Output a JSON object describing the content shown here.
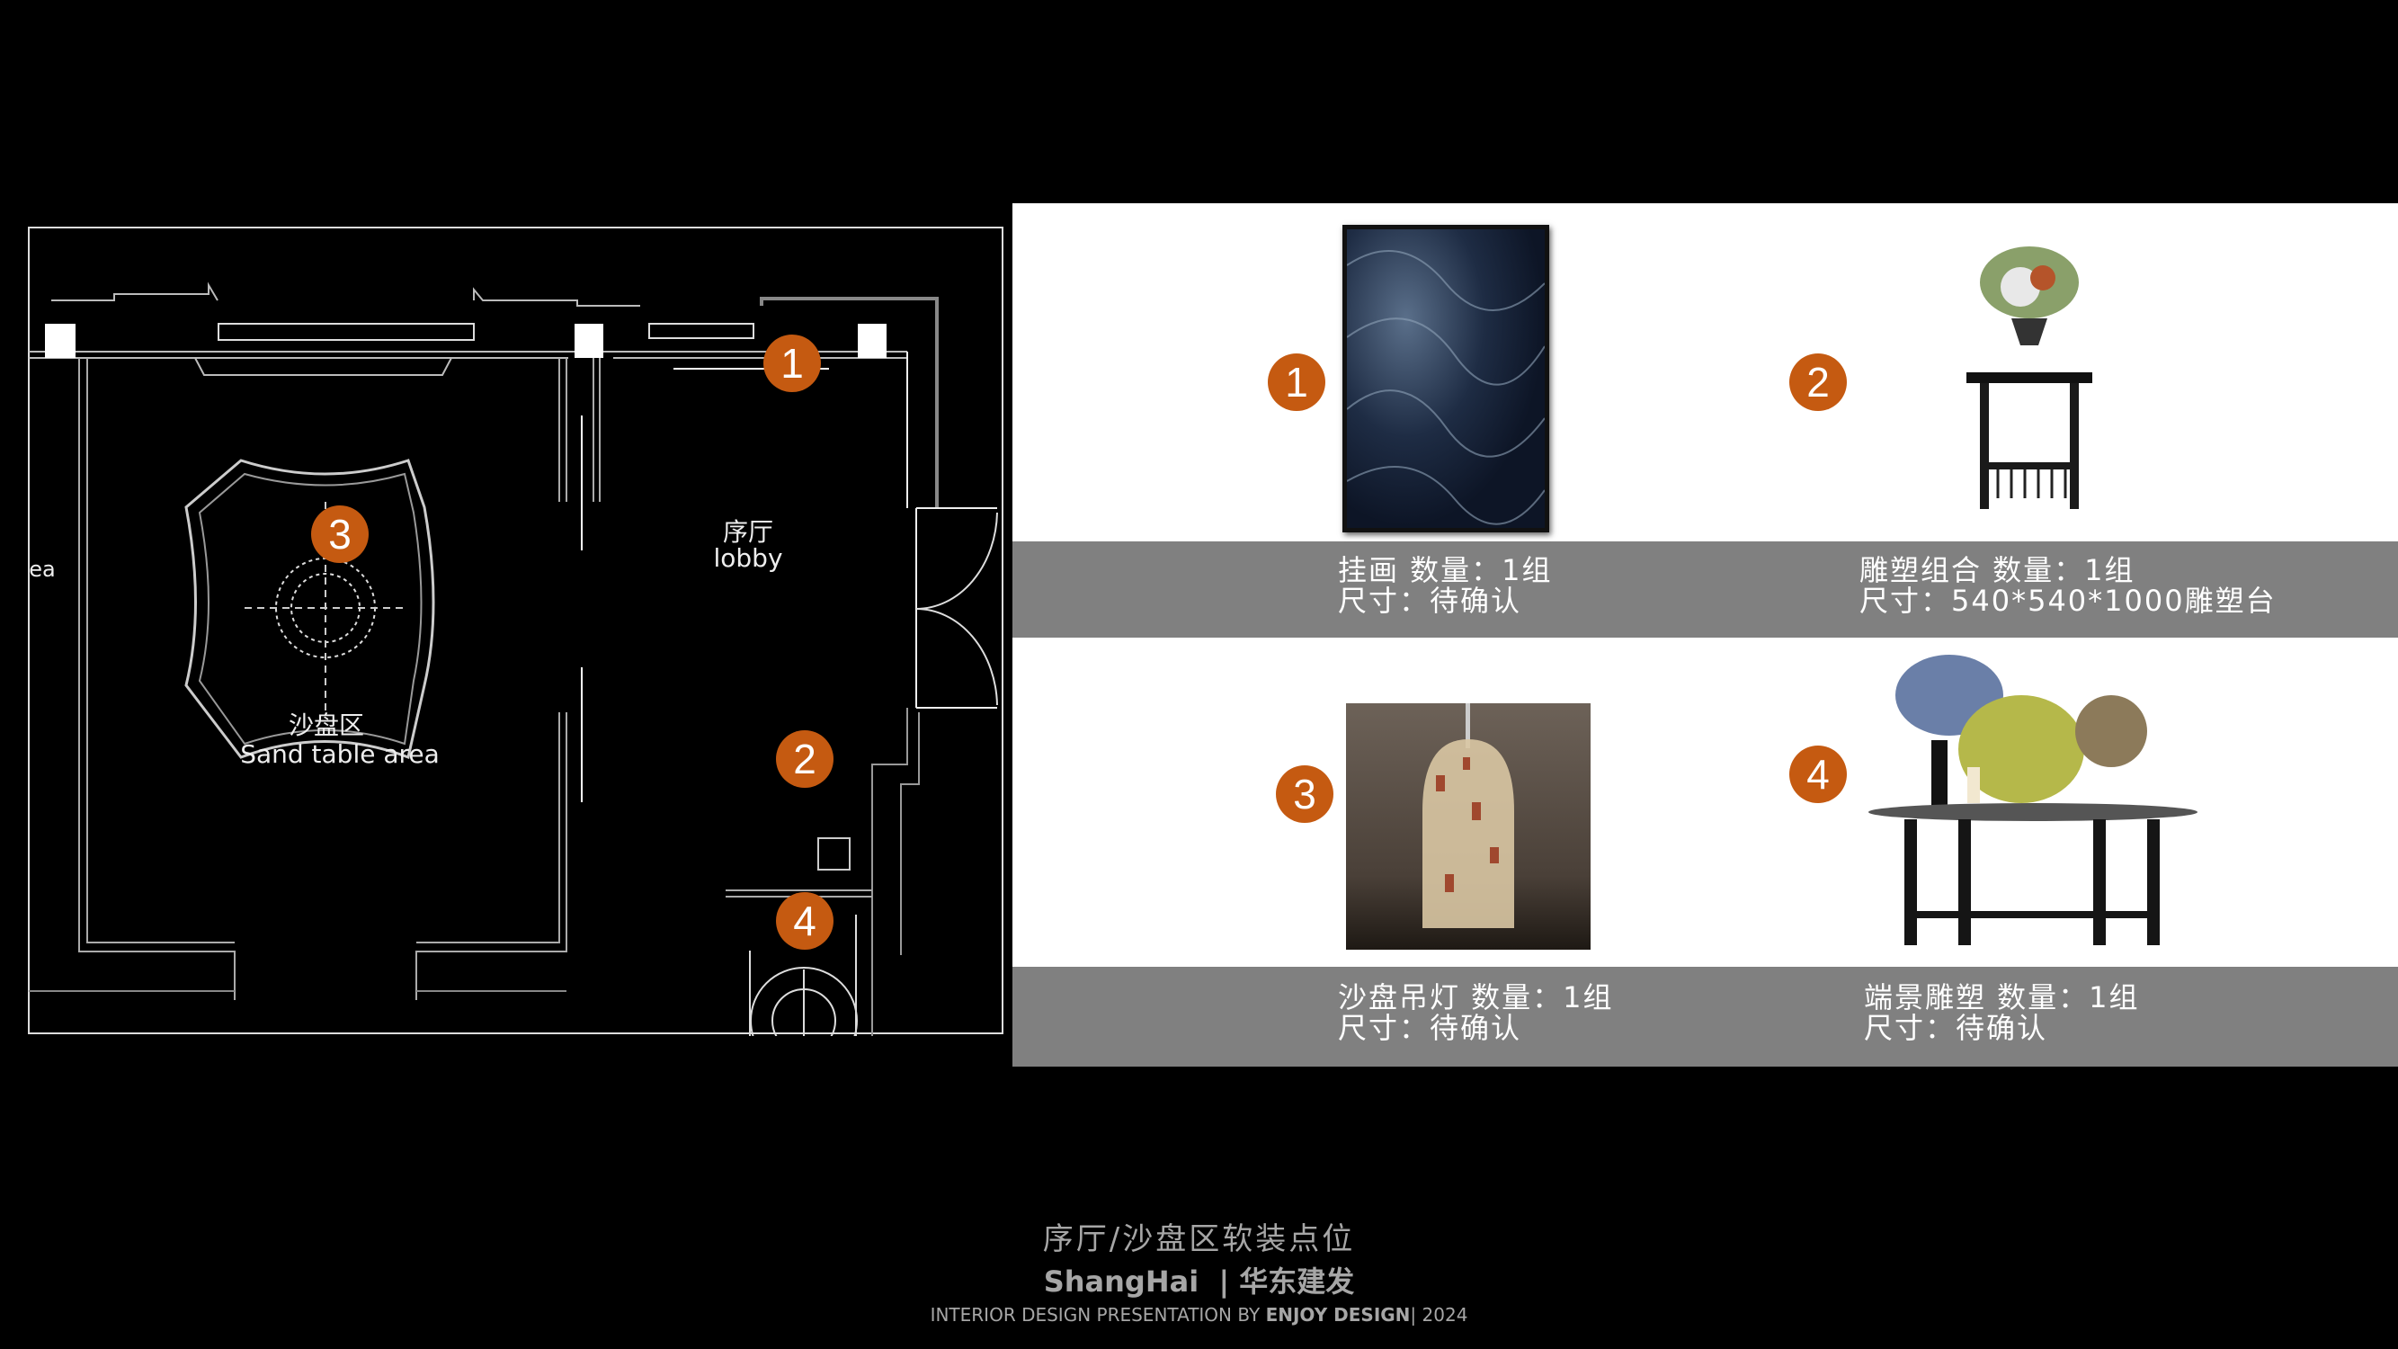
{
  "floor_plan": {
    "lobby_cn": "序厅",
    "lobby_en": "lobby",
    "sand_cn": "沙盘区",
    "sand_en": "Sand table area",
    "edge_text": "ea",
    "markers": [
      "1",
      "2",
      "3",
      "4"
    ]
  },
  "items": [
    {
      "number": "1",
      "name_qty": "挂画  数量：1组",
      "size": "尺寸：待确认",
      "icon": "painting"
    },
    {
      "number": "2",
      "name_qty": "雕塑组合  数量：1组",
      "size": "尺寸：540*540*1000雕塑台",
      "icon": "sculpture-on-pedestal"
    },
    {
      "number": "3",
      "name_qty": "沙盘吊灯  数量：1组",
      "size": "尺寸：待确认",
      "icon": "pendant-lamp"
    },
    {
      "number": "4",
      "name_qty": "端景雕塑  数量：1组",
      "size": "尺寸：待确认",
      "icon": "console-table-arrangement"
    }
  ],
  "footer": {
    "title": "序厅/沙盘区软装点位",
    "city": "ShangHai",
    "company": "华东建发",
    "line_prefix": "INTERIOR DESIGN PRESENTATION BY ",
    "line_brand": "ENJOY DESIGN",
    "line_suffix": "| 2024"
  },
  "colors": {
    "badge": "#c55a11",
    "caption_bar": "#808080",
    "panel": "#ffffff",
    "background": "#000000"
  }
}
